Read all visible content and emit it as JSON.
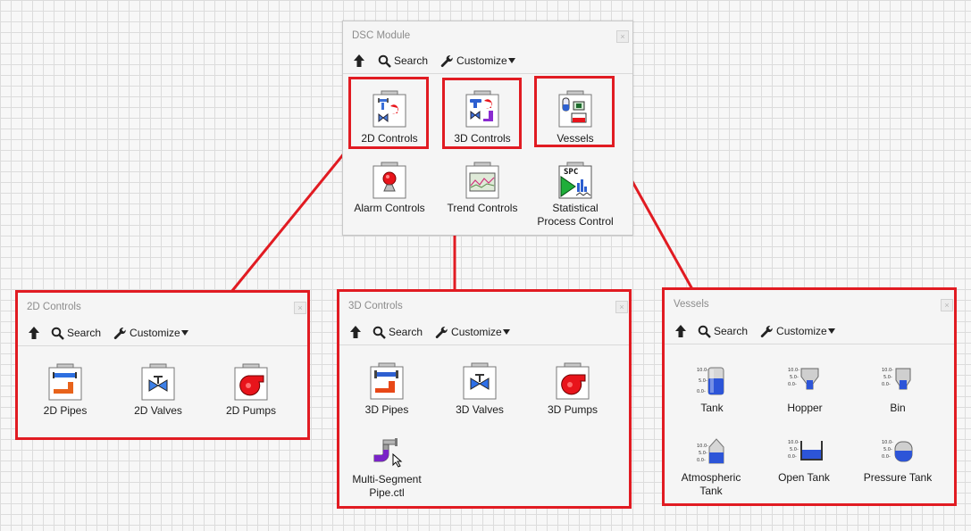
{
  "dsc": {
    "title": "DSC Module",
    "toolbar": {
      "search": "Search",
      "customize": "Customize"
    },
    "items": [
      {
        "label": "2D Controls",
        "icon": "2d-controls-folder-icon"
      },
      {
        "label": "3D Controls",
        "icon": "3d-controls-folder-icon"
      },
      {
        "label": "Vessels",
        "icon": "vessels-folder-icon"
      },
      {
        "label": "Alarm Controls",
        "icon": "alarm-controls-folder-icon"
      },
      {
        "label": "Trend Controls",
        "icon": "trend-controls-folder-icon"
      },
      {
        "label1": "Statistical",
        "label2": "Process Control",
        "icon": "spc-icon"
      }
    ]
  },
  "p2d": {
    "title": "2D Controls",
    "toolbar": {
      "search": "Search",
      "customize": "Customize"
    },
    "items": [
      {
        "label": "2D Pipes",
        "icon": "2d-pipes-folder-icon"
      },
      {
        "label": "2D Valves",
        "icon": "2d-valves-folder-icon"
      },
      {
        "label": "2D Pumps",
        "icon": "2d-pumps-folder-icon"
      }
    ]
  },
  "p3d": {
    "title": "3D Controls",
    "toolbar": {
      "search": "Search",
      "customize": "Customize"
    },
    "items": [
      {
        "label": "3D Pipes",
        "icon": "3d-pipes-folder-icon"
      },
      {
        "label": "3D Valves",
        "icon": "3d-valves-folder-icon"
      },
      {
        "label": "3D Pumps",
        "icon": "3d-pumps-folder-icon"
      },
      {
        "label1": "Multi-Segment",
        "label2": "Pipe.ctl",
        "icon": "multi-segment-pipe-icon"
      }
    ]
  },
  "vessels": {
    "title": "Vessels",
    "toolbar": {
      "search": "Search",
      "customize": "Customize"
    },
    "items": [
      {
        "label": "Tank",
        "icon": "tank-icon"
      },
      {
        "label": "Hopper",
        "icon": "hopper-icon"
      },
      {
        "label": "Bin",
        "icon": "bin-icon"
      },
      {
        "label1": "Atmospheric",
        "label2": "Tank",
        "icon": "atmospheric-tank-icon"
      },
      {
        "label": "Open Tank",
        "icon": "open-tank-icon"
      },
      {
        "label": "Pressure Tank",
        "icon": "pressure-tank-icon"
      }
    ],
    "scale": {
      "top": "10.0-",
      "mid": "5.0-",
      "bottom": "0.0-"
    }
  },
  "colors": {
    "highlight": "#e11b22",
    "grid": "#dcdcdc",
    "panel": "#f5f5f5"
  }
}
